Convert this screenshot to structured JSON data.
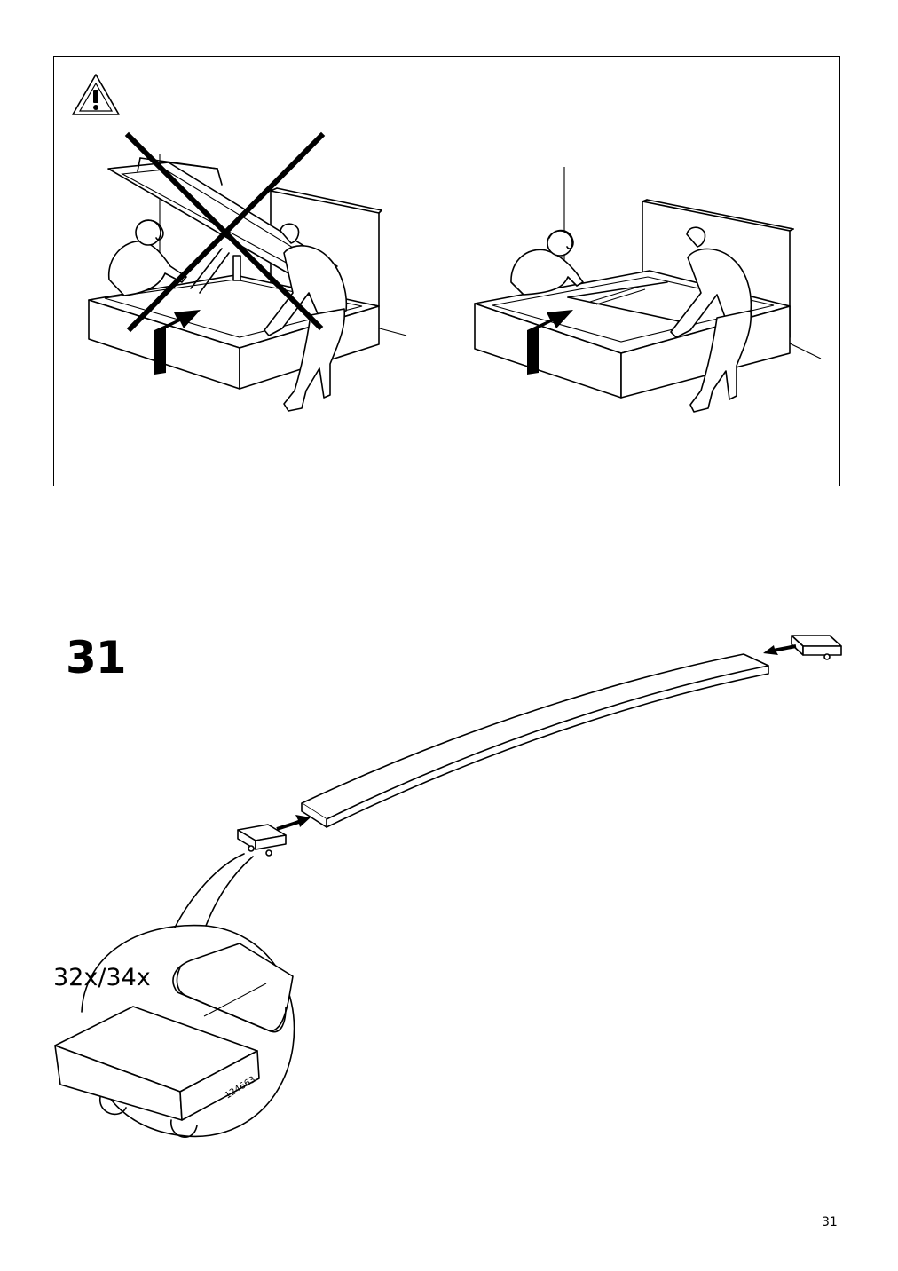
{
  "warning_panel": {
    "icon": "warning-triangle-icon",
    "wrong_method": "cross-mark",
    "correct_method": "two-person-lift"
  },
  "step": {
    "number": "31",
    "quantity": "32x/34x",
    "part_number": "124663"
  },
  "page": {
    "number": "31"
  }
}
